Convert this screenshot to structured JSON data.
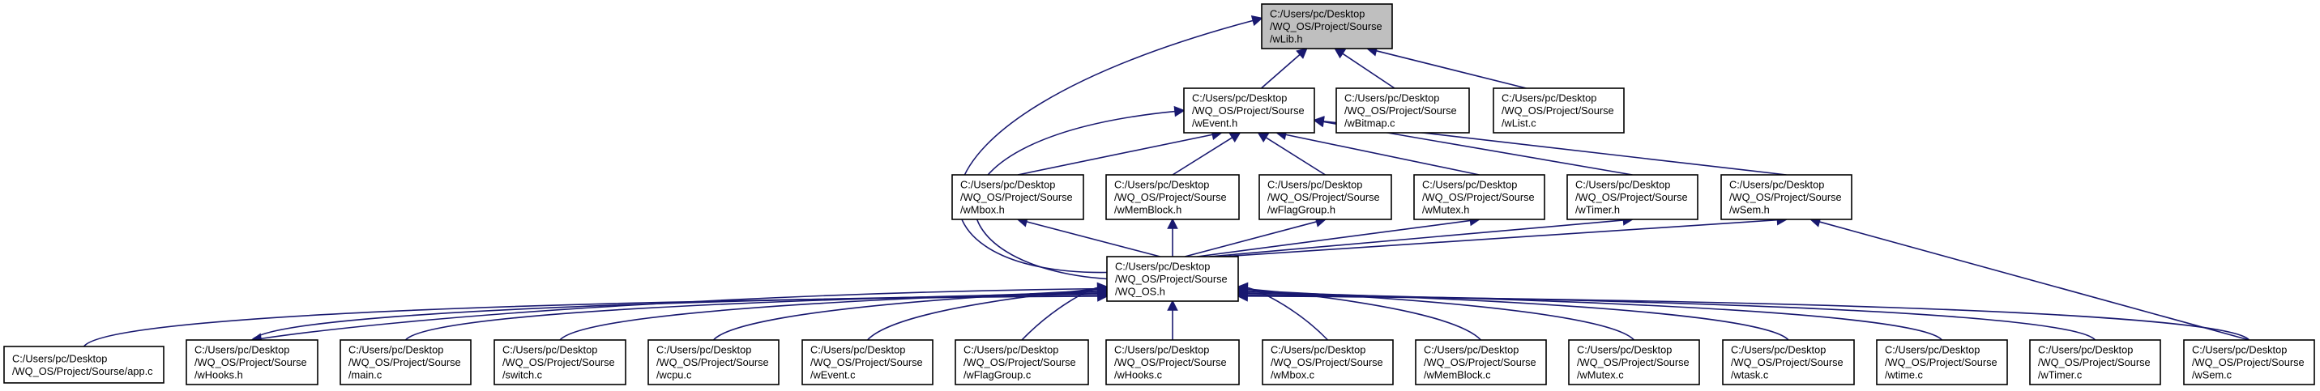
{
  "colors": {
    "edge": "#191970",
    "node_fill": "#ffffff",
    "root_fill": "#bfbfbf",
    "node_border": "#000000"
  },
  "nodes": [
    {
      "id": "wlib_h",
      "lines": [
        "C:/Users/pc/Desktop",
        "/WQ_OS/Project/Sourse",
        "/wLib.h"
      ],
      "highlight": true
    },
    {
      "id": "wevent_h",
      "lines": [
        "C:/Users/pc/Desktop",
        "/WQ_OS/Project/Sourse",
        "/wEvent.h"
      ]
    },
    {
      "id": "wbitmap_c",
      "lines": [
        "C:/Users/pc/Desktop",
        "/WQ_OS/Project/Sourse",
        "/wBitmap.c"
      ]
    },
    {
      "id": "wlist_c",
      "lines": [
        "C:/Users/pc/Desktop",
        "/WQ_OS/Project/Sourse",
        "/wList.c"
      ]
    },
    {
      "id": "wmbox_h",
      "lines": [
        "C:/Users/pc/Desktop",
        "/WQ_OS/Project/Sourse",
        "/wMbox.h"
      ]
    },
    {
      "id": "wmemblock_h",
      "lines": [
        "C:/Users/pc/Desktop",
        "/WQ_OS/Project/Sourse",
        "/wMemBlock.h"
      ]
    },
    {
      "id": "wflaggroup_h",
      "lines": [
        "C:/Users/pc/Desktop",
        "/WQ_OS/Project/Sourse",
        "/wFlagGroup.h"
      ]
    },
    {
      "id": "wmutex_h",
      "lines": [
        "C:/Users/pc/Desktop",
        "/WQ_OS/Project/Sourse",
        "/wMutex.h"
      ]
    },
    {
      "id": "wtimer_h",
      "lines": [
        "C:/Users/pc/Desktop",
        "/WQ_OS/Project/Sourse",
        "/wTimer.h"
      ]
    },
    {
      "id": "wsem_h",
      "lines": [
        "C:/Users/pc/Desktop",
        "/WQ_OS/Project/Sourse",
        "/wSem.h"
      ]
    },
    {
      "id": "wq_os_h",
      "lines": [
        "C:/Users/pc/Desktop",
        "/WQ_OS/Project/Sourse",
        "/WQ_OS.h"
      ]
    },
    {
      "id": "app_c",
      "lines": [
        "C:/Users/pc/Desktop",
        "/WQ_OS/Project/Sourse/app.c"
      ]
    },
    {
      "id": "whooks_h",
      "lines": [
        "C:/Users/pc/Desktop",
        "/WQ_OS/Project/Sourse",
        "/wHooks.h"
      ]
    },
    {
      "id": "main_c",
      "lines": [
        "C:/Users/pc/Desktop",
        "/WQ_OS/Project/Sourse",
        "/main.c"
      ]
    },
    {
      "id": "switch_c",
      "lines": [
        "C:/Users/pc/Desktop",
        "/WQ_OS/Project/Sourse",
        "/switch.c"
      ]
    },
    {
      "id": "wcpu_c",
      "lines": [
        "C:/Users/pc/Desktop",
        "/WQ_OS/Project/Sourse",
        "/wcpu.c"
      ]
    },
    {
      "id": "wevent_c",
      "lines": [
        "C:/Users/pc/Desktop",
        "/WQ_OS/Project/Sourse",
        "/wEvent.c"
      ]
    },
    {
      "id": "wflaggroup_c",
      "lines": [
        "C:/Users/pc/Desktop",
        "/WQ_OS/Project/Sourse",
        "/wFlagGroup.c"
      ]
    },
    {
      "id": "whooks_c",
      "lines": [
        "C:/Users/pc/Desktop",
        "/WQ_OS/Project/Sourse",
        "/wHooks.c"
      ]
    },
    {
      "id": "wmbox_c",
      "lines": [
        "C:/Users/pc/Desktop",
        "/WQ_OS/Project/Sourse",
        "/wMbox.c"
      ]
    },
    {
      "id": "wmemblock_c",
      "lines": [
        "C:/Users/pc/Desktop",
        "/WQ_OS/Project/Sourse",
        "/wMemBlock.c"
      ]
    },
    {
      "id": "wmutex_c",
      "lines": [
        "C:/Users/pc/Desktop",
        "/WQ_OS/Project/Sourse",
        "/wMutex.c"
      ]
    },
    {
      "id": "wtask_c",
      "lines": [
        "C:/Users/pc/Desktop",
        "/WQ_OS/Project/Sourse",
        "/wtask.c"
      ]
    },
    {
      "id": "wtime_c",
      "lines": [
        "C:/Users/pc/Desktop",
        "/WQ_OS/Project/Sourse",
        "/wtime.c"
      ]
    },
    {
      "id": "wtimer_c",
      "lines": [
        "C:/Users/pc/Desktop",
        "/WQ_OS/Project/Sourse",
        "/wTimer.c"
      ]
    },
    {
      "id": "wsem_c",
      "lines": [
        "C:/Users/pc/Desktop",
        "/WQ_OS/Project/Sourse",
        "/wSem.c"
      ]
    }
  ],
  "edges": [
    {
      "from": "wevent_h",
      "to": "wlib_h"
    },
    {
      "from": "wbitmap_c",
      "to": "wlib_h"
    },
    {
      "from": "wlist_c",
      "to": "wlib_h"
    },
    {
      "from": "wq_os_h",
      "to": "wlib_h"
    },
    {
      "from": "wmbox_h",
      "to": "wevent_h"
    },
    {
      "from": "wmemblock_h",
      "to": "wevent_h"
    },
    {
      "from": "wflaggroup_h",
      "to": "wevent_h"
    },
    {
      "from": "wmutex_h",
      "to": "wevent_h"
    },
    {
      "from": "wtimer_h",
      "to": "wevent_h"
    },
    {
      "from": "wsem_h",
      "to": "wevent_h"
    },
    {
      "from": "wq_os_h",
      "to": "wevent_h"
    },
    {
      "from": "wq_os_h",
      "to": "wmbox_h"
    },
    {
      "from": "wq_os_h",
      "to": "wmemblock_h"
    },
    {
      "from": "wq_os_h",
      "to": "wflaggroup_h"
    },
    {
      "from": "wq_os_h",
      "to": "wmutex_h"
    },
    {
      "from": "wq_os_h",
      "to": "wtimer_h"
    },
    {
      "from": "wq_os_h",
      "to": "wsem_h"
    },
    {
      "from": "app_c",
      "to": "wq_os_h"
    },
    {
      "from": "whooks_h",
      "to": "wq_os_h"
    },
    {
      "from": "main_c",
      "to": "wq_os_h"
    },
    {
      "from": "switch_c",
      "to": "wq_os_h"
    },
    {
      "from": "wcpu_c",
      "to": "wq_os_h"
    },
    {
      "from": "wevent_c",
      "to": "wq_os_h"
    },
    {
      "from": "wflaggroup_c",
      "to": "wq_os_h"
    },
    {
      "from": "whooks_c",
      "to": "wq_os_h"
    },
    {
      "from": "wmbox_c",
      "to": "wq_os_h"
    },
    {
      "from": "wmemblock_c",
      "to": "wq_os_h"
    },
    {
      "from": "wmutex_c",
      "to": "wq_os_h"
    },
    {
      "from": "wtask_c",
      "to": "wq_os_h"
    },
    {
      "from": "wtime_c",
      "to": "wq_os_h"
    },
    {
      "from": "wtimer_c",
      "to": "wq_os_h"
    },
    {
      "from": "wsem_c",
      "to": "wq_os_h"
    },
    {
      "from": "wq_os_h",
      "to": "whooks_h"
    },
    {
      "from": "wsem_c",
      "to": "wsem_h"
    }
  ]
}
